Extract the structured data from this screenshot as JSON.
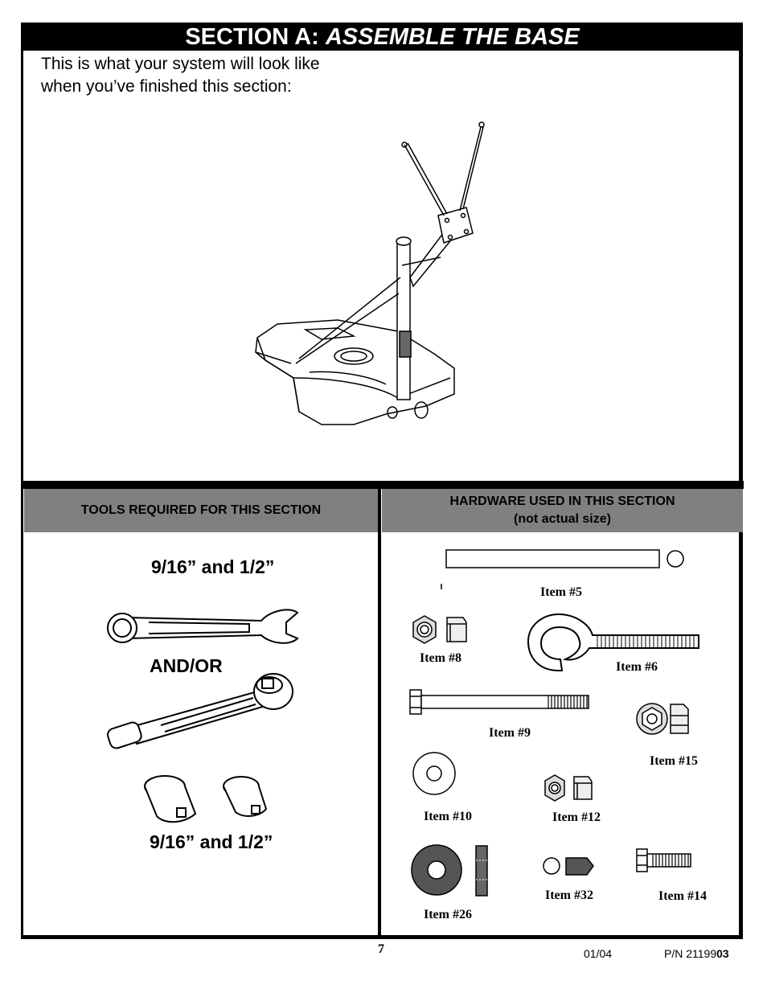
{
  "section": {
    "prefix": "SECTION A:",
    "title": "ASSEMBLE THE BASE"
  },
  "intro": {
    "line1": "This is what your system will look like",
    "line2": "when you’ve finished this section:"
  },
  "tools": {
    "header": "TOOLS REQUIRED FOR THIS SECTION",
    "wrench_size": "9/16” and 1/2”",
    "andor": "AND/OR",
    "socket_size": "9/16” and 1/2”"
  },
  "hardware": {
    "header_line1": "HARDWARE USED IN THIS SECTION",
    "header_line2": "(not actual size)",
    "items": {
      "i5": "Item #5",
      "i8": "Item #8",
      "i6": "Item #6",
      "i9": "Item #9",
      "i15": "Item #15",
      "i10": "Item #10",
      "i12": "Item #12",
      "i26": "Item #26",
      "i32": "Item #32",
      "i14": "Item #14"
    }
  },
  "footer": {
    "page": "7",
    "date": "01/04",
    "pn_prefix": "P/N 21199",
    "pn_suffix": "03"
  },
  "colors": {
    "header_bg": "#808080",
    "black": "#000000"
  }
}
